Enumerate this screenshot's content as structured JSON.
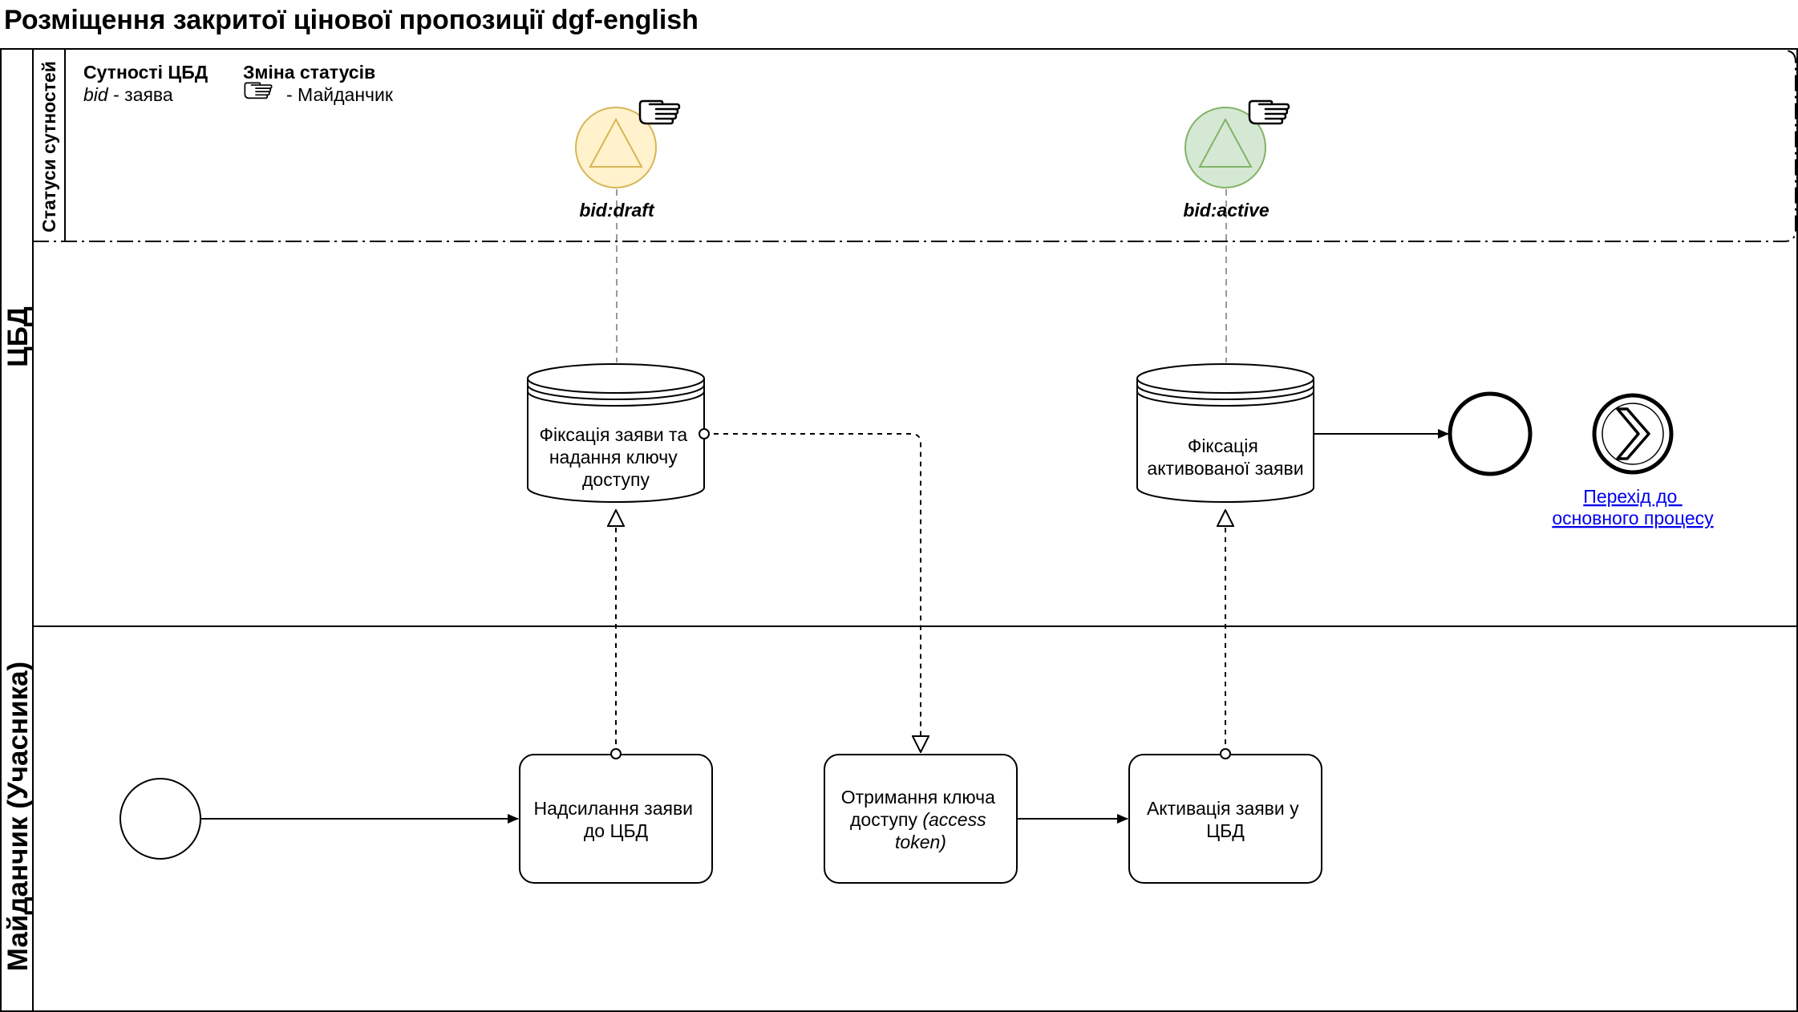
{
  "title": "Розміщення закритої цінової пропозиції dgf-english",
  "lanes": {
    "statuses": "Статуси сутностей",
    "cbd": "ЦБД",
    "platform": "Майданчик (Учасника)"
  },
  "legend": {
    "entities_header": "Сутності ЦБД",
    "entity_term": "bid",
    "entity_desc": " - заява",
    "status_change_header": "Зміна статусів",
    "status_change_actor": "- Майданчик",
    "hand_icon": "hand-pointing-icon"
  },
  "states": [
    {
      "label": "bid:draft",
      "fill": "#fff2cc",
      "stroke": "#d6b656"
    },
    {
      "label": "bid:active",
      "fill": "#d5e8d4",
      "stroke": "#82b366"
    }
  ],
  "datastores": [
    {
      "lines": [
        "Фіксація заяви та",
        "надання ключу",
        "доступу"
      ]
    },
    {
      "lines": [
        "Фіксація",
        "активованої заяви"
      ]
    }
  ],
  "tasks": [
    {
      "lines": [
        "Надсилання заяви",
        "до ЦБД"
      ]
    },
    {
      "line1": "Отримання ключа",
      "line2_plain": "доступу ",
      "line2_italic": "(access",
      "line3_italic": "token)"
    },
    {
      "lines": [
        "Активація заяви у",
        "ЦБД"
      ]
    }
  ],
  "link": {
    "line1": "Перехід до ",
    "line2": "основного процесу"
  },
  "colors": {
    "stroke": "#000000",
    "dashed_connector": "#999999",
    "link": "#0000ee"
  }
}
